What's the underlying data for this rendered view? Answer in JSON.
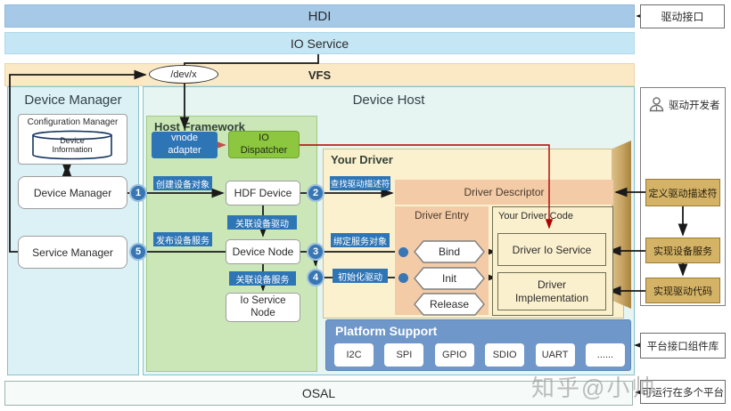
{
  "watermark": "知乎@小帅",
  "layers": {
    "hdi": "HDI",
    "io_service": "IO Service",
    "vfs": "VFS",
    "dev_x": "/dev/x",
    "osal": "OSAL"
  },
  "device_manager_panel": {
    "title": "Device Manager",
    "configuration_manager": "Configuration Manager",
    "device_information": "Device\nInformation",
    "device_manager_box": "Device Manager",
    "service_manager_box": "Service Manager"
  },
  "device_host": {
    "title": "Device Host",
    "host_framework": {
      "title": "Host Framework",
      "vnode_adapter": "vnode\nadapter",
      "io_dispatcher": "IO\nDispatcher",
      "hdf_device": "HDF Device",
      "device_node": "Device Node",
      "io_service_node": "Io Service\nNode"
    },
    "your_driver": {
      "title": "Your Driver",
      "driver_descriptor": "Driver Descriptor",
      "driver_entry": {
        "title": "Driver Entry",
        "bind": "Bind",
        "init": "Init",
        "release": "Release"
      },
      "your_driver_code": {
        "title": "Your Driver Code",
        "driver_io_service": "Driver Io Service",
        "driver_implementation": "Driver\nImplementation"
      }
    },
    "platform_support": {
      "title": "Platform Support",
      "chips": [
        "I2C",
        "SPI",
        "GPIO",
        "SDIO",
        "UART",
        "......"
      ]
    }
  },
  "flow_labels": {
    "create_device": "创建设备对象",
    "find_descriptor": "查找驱动描述符",
    "attach_driver": "关联设备驱动",
    "publish_service": "发布设备服务",
    "bind_service": "绑定服务对象",
    "init_driver": "初始化驱动",
    "attach_service": "关联设备服务"
  },
  "steps": [
    "1",
    "2",
    "3",
    "4",
    "5"
  ],
  "right_column": {
    "driver_interface": "驱动接口",
    "developer": "驱动开发者",
    "define_descriptor": "定义驱动描述符",
    "implement_service": "实现设备服务",
    "implement_code": "实现驱动代码",
    "platform_lib": "平台接口组件库",
    "multi_platform": "可运行在多个平台"
  },
  "colors": {
    "hdi_bar": "#A6C9E8",
    "io_service_bar": "#C5E6F5",
    "vfs_bar": "#FAE9C4",
    "host_framework_green": "#CBE7B7",
    "your_driver_cream": "#FCF1CE",
    "salmon": "#F3CBA6",
    "flow_label_blue": "#2E75B6",
    "dispatcher_green": "#8DC63F",
    "platform_blue": "#6F97C9",
    "tan_box": "#D4B266",
    "red_line": "#B00000"
  }
}
